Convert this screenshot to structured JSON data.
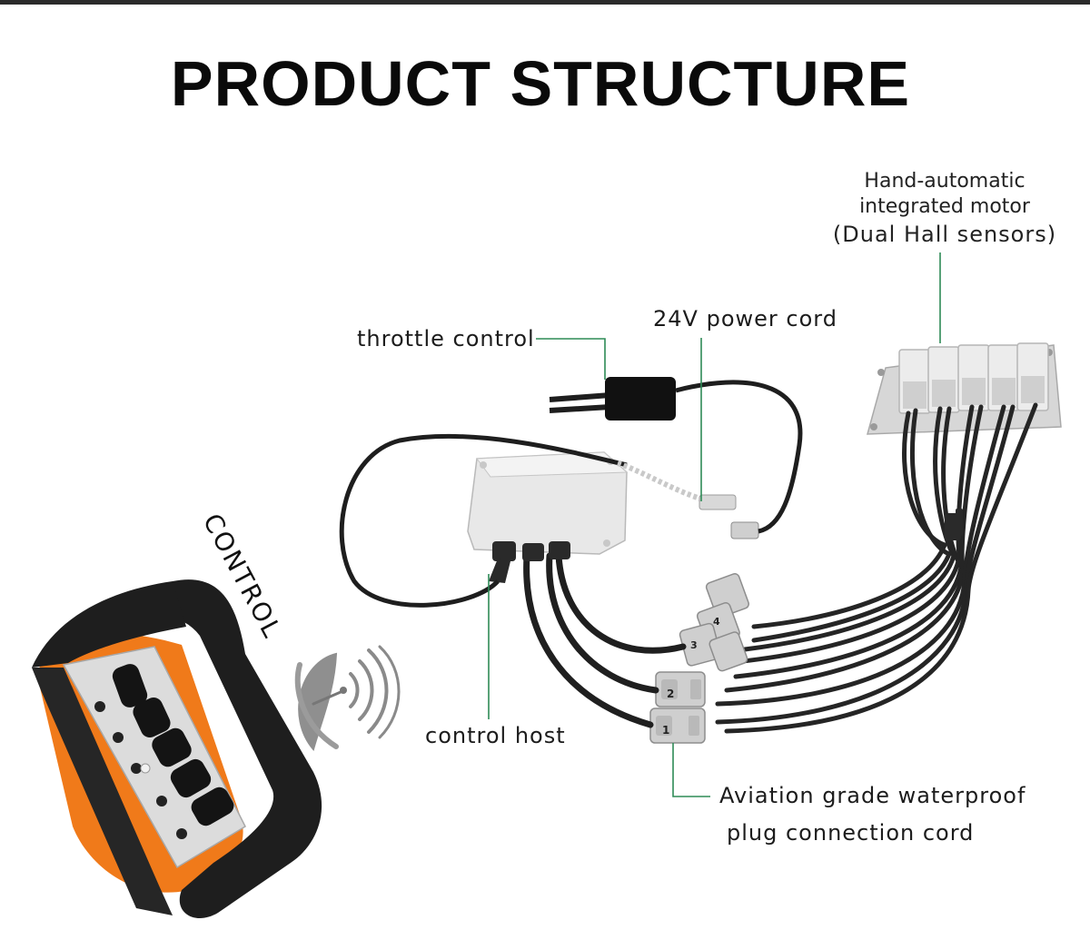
{
  "title": "PRODUCT STRUCTURE",
  "labels": {
    "motor_line1": "Hand-automatic",
    "motor_line2": "integrated motor",
    "motor_line3": "(Dual Hall sensors)",
    "power_cord": "24V power cord",
    "throttle": "throttle control",
    "control_host": "control host",
    "aviation_line1": "Aviation grade waterproof",
    "aviation_line2": "plug connection cord",
    "control": "CONTROL"
  },
  "connector_numbers": [
    "1",
    "2",
    "3",
    "4"
  ],
  "colors": {
    "leader_line": "#2e8b57",
    "remote_orange": "#f07a1a",
    "remote_black": "#1e1e1e",
    "cable": "#1c1c1c",
    "box": "#e4e4e4"
  },
  "icons": [
    "wireless-signal-icon"
  ]
}
